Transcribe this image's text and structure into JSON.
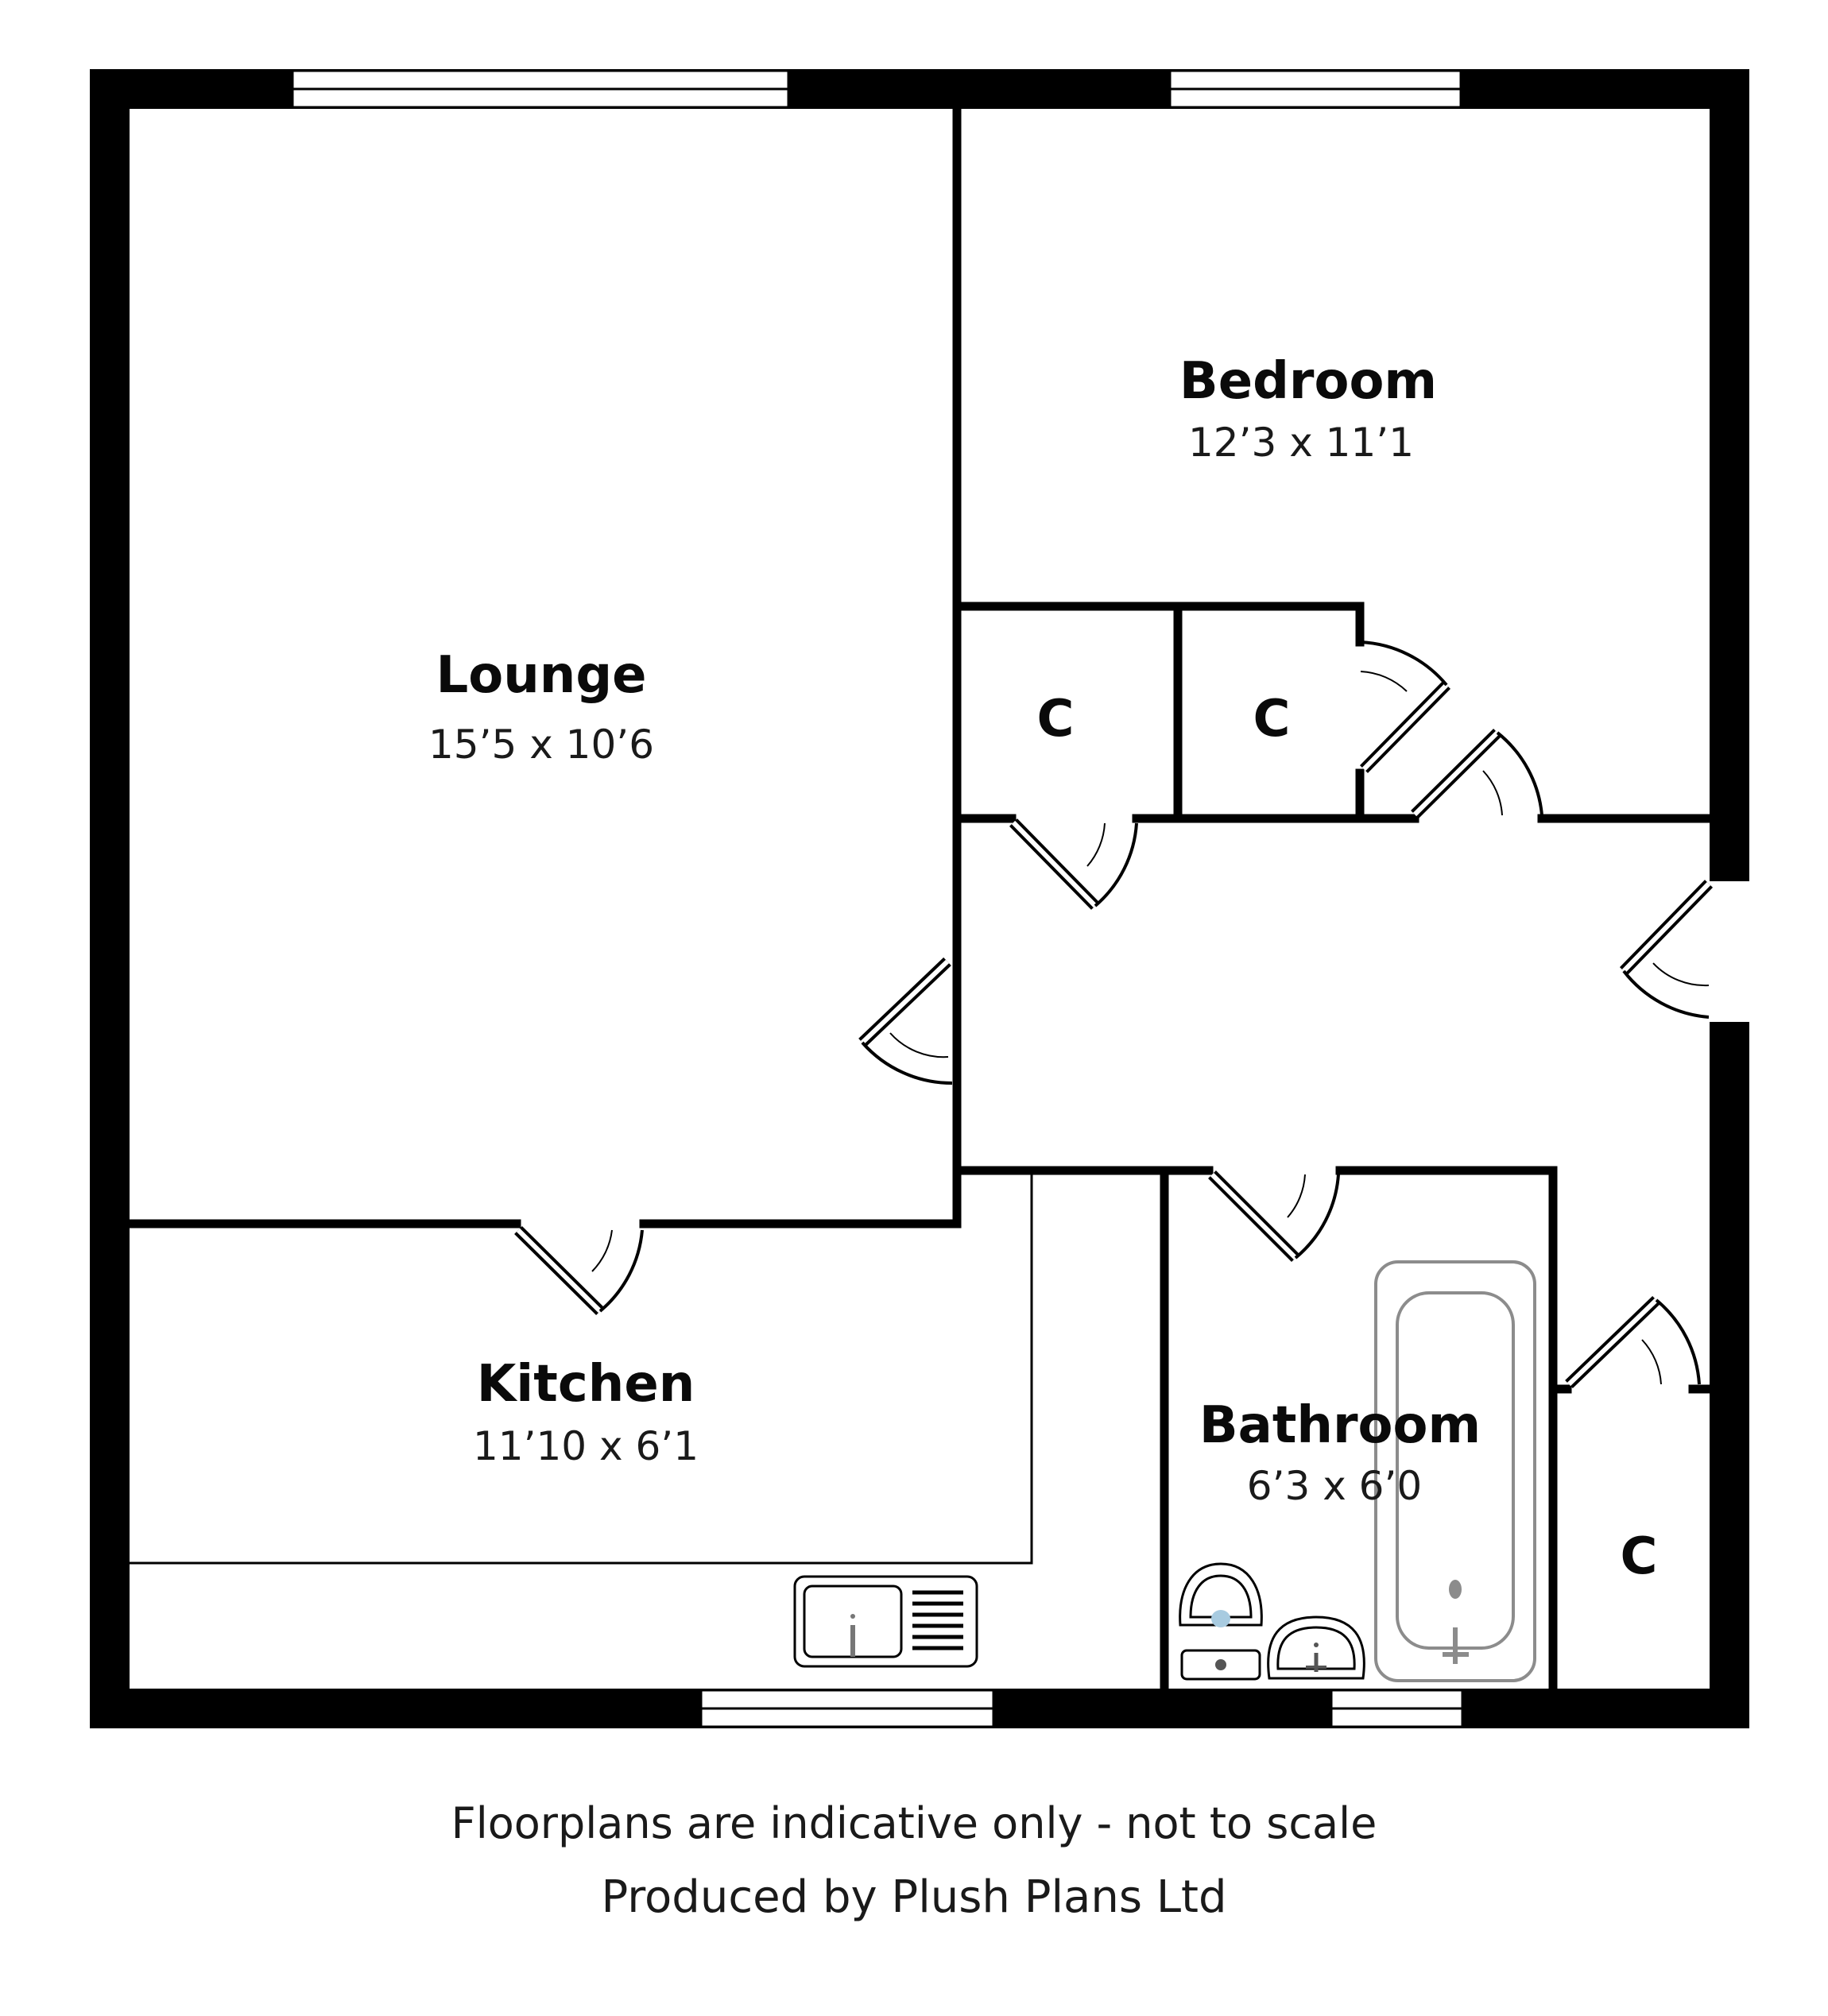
{
  "rooms": {
    "lounge": {
      "name": "Lounge",
      "dimensions": "15’5 x 10’6"
    },
    "bedroom": {
      "name": "Bedroom",
      "dimensions": "12’3 x 11’1"
    },
    "kitchen": {
      "name": "Kitchen",
      "dimensions": "11’10 x 6’1"
    },
    "bathroom": {
      "name": "Bathroom",
      "dimensions": "6’3 x 6’0"
    }
  },
  "cupboards": {
    "label": "C"
  },
  "footer": {
    "disclaimer": "Floorplans are indicative only - not to scale",
    "producer": "Produced by Plush Plans Ltd"
  },
  "colors": {
    "wall": "#000000",
    "fixture": "#8c8c8c",
    "water": "#a8cbe0",
    "background": "#ffffff"
  }
}
